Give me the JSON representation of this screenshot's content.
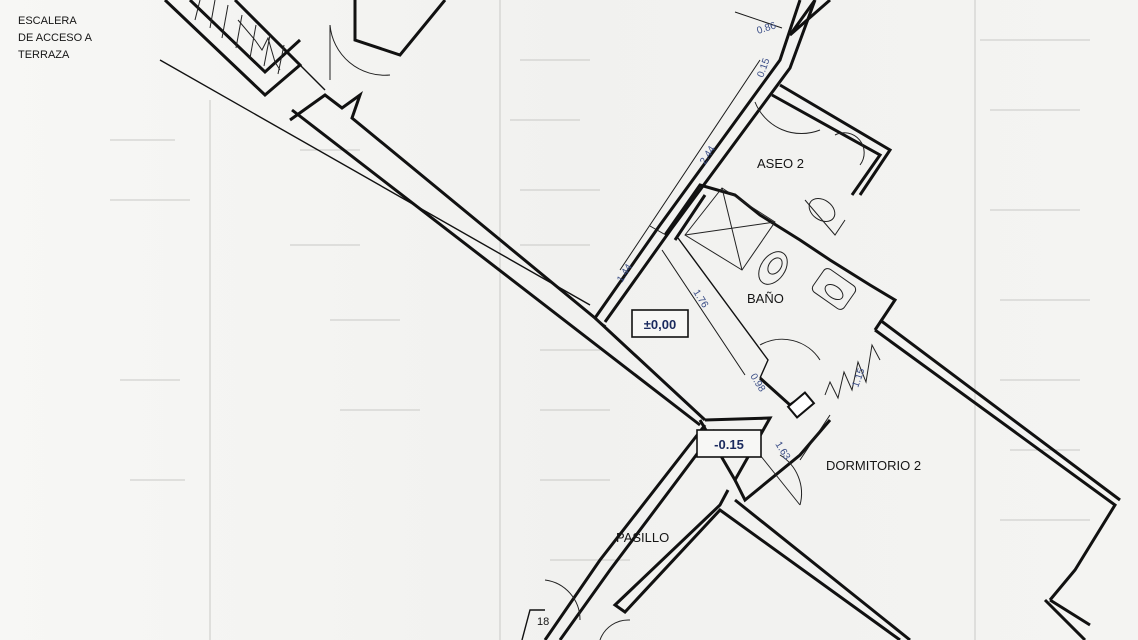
{
  "plan": {
    "stair_label_lines": [
      "ESCALERA",
      "DE ACCESO A",
      "TERRAZA"
    ],
    "rooms": {
      "aseo": "ASEO 2",
      "bano": "BAÑO",
      "dormitorio": "DORMITORIO 2",
      "pasillo": "PASILLO"
    },
    "levels": {
      "upper": "±0,00",
      "lower": "-0.15"
    },
    "dimensions": {
      "d086": "0.86",
      "d015": "0.15",
      "d244": "2.44",
      "d144": "1.44",
      "d176": "1.76",
      "d098": "0.98",
      "d115": "1.15",
      "d163": "1.63"
    },
    "tags": {
      "door_tag": "18"
    }
  }
}
